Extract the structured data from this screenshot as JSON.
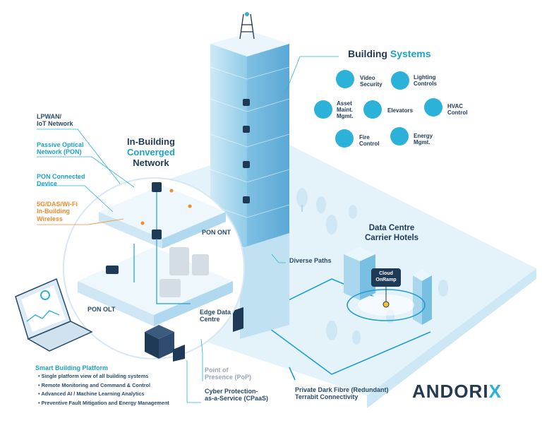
{
  "building_systems": {
    "title_part1": "Building",
    "title_part2": "Systems",
    "items": [
      {
        "label_line1": "Video",
        "label_line2": "Security",
        "label_line3": "",
        "icon": "camera-icon"
      },
      {
        "label_line1": "Lighting",
        "label_line2": "Controls",
        "label_line3": "",
        "icon": "lightbulb-icon"
      },
      {
        "label_line1": "Asset",
        "label_line2": "Maint.",
        "label_line3": "Mgmt.",
        "icon": "tools-icon"
      },
      {
        "label_line1": "Elevators",
        "label_line2": "",
        "label_line3": "",
        "icon": "elevator-icon"
      },
      {
        "label_line1": "HVAC",
        "label_line2": "Control",
        "label_line3": "",
        "icon": "thermometer-icon"
      },
      {
        "label_line1": "Fire",
        "label_line2": "Control",
        "label_line3": "",
        "icon": "fire-extinguisher-icon"
      },
      {
        "label_line1": "Energy",
        "label_line2": "Mgmt.",
        "label_line3": "",
        "icon": "plug-icon"
      }
    ]
  },
  "network": {
    "title_line1": "In-Building",
    "title_line2": "Converged",
    "title_line3": "Network",
    "lpwan_line1": "LPWAN/",
    "lpwan_line2": "IoT Network",
    "pon_line1": "Passive Optical",
    "pon_line2": "Network (PON)",
    "pon_device_line1": "PON Connected",
    "pon_device_line2": "Device",
    "wireless_line1": "5G/DAS/Wi-Fi",
    "wireless_line2": "In-Building",
    "wireless_line3": "Wireless",
    "pon_ont": "PON ONT",
    "pon_olt": "PON OLT",
    "edge_line1": "Edge Data",
    "edge_line2": "Centre"
  },
  "datacentre": {
    "title_line1": "Data Centre",
    "title_line2": "Carrier Hotels",
    "diverse_paths": "Diverse Paths",
    "cloud_line1": "Cloud",
    "cloud_line2": "OnRamp"
  },
  "bottom": {
    "pop_line1": "Point of",
    "pop_line2": "Presence (PoP)",
    "cyber_line1": "Cyber Protection-",
    "cyber_line2": "as-a-Service (CPaaS)",
    "fibre_line1": "Private Dark Fibre (Redundant)",
    "fibre_line2": "Terrabit Connectivity"
  },
  "platform": {
    "title": "Smart Building Platform",
    "features": [
      "Single platform view of all building systems",
      "Remote Monitoring and Command & Control",
      "Advanced AI / Machine Learning Analytics",
      "Preventive Fault Mitigation and Energy Management"
    ]
  },
  "logo": {
    "text_a": "ANDORI",
    "text_b": "X"
  },
  "colors": {
    "accent": "#2cb1d8",
    "navy": "#1f3a56",
    "orange": "#f28a2e",
    "ground": "#e4f3fa"
  }
}
